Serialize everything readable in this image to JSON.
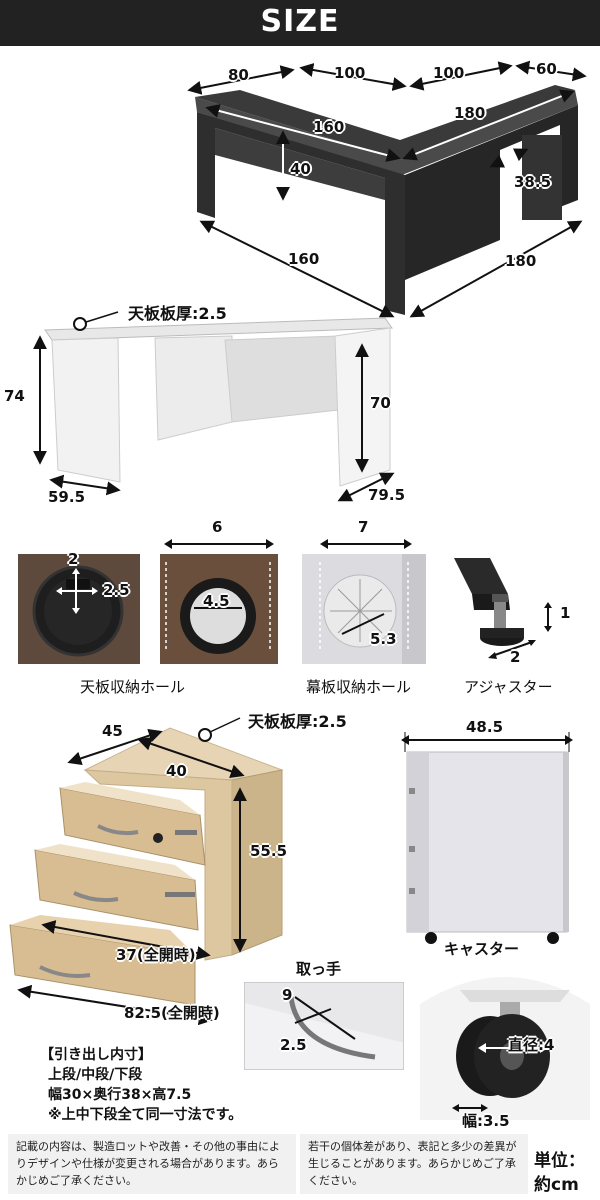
{
  "header": {
    "title": "SIZE"
  },
  "top_desk": {
    "dims": {
      "d80": "80",
      "d100a": "100",
      "d100b": "100",
      "d60": "60",
      "top160": "160",
      "top180": "180",
      "h40": "40",
      "d385": "38.5",
      "bottom160": "160",
      "bottom180": "180"
    }
  },
  "front_view": {
    "board_thickness": "天板板厚:2.5",
    "h74": "74",
    "h70": "70",
    "w595": "59.5",
    "w795": "79.5"
  },
  "parts": {
    "hole1": {
      "d2": "2",
      "d25": "2.5"
    },
    "hole2": {
      "d6": "6",
      "d45": "4.5"
    },
    "hole3": {
      "d7": "7",
      "d53": "5.3"
    },
    "adjuster": {
      "d1": "1",
      "d2": "2"
    },
    "labels": {
      "top_hole": "天板収納ホール",
      "panel_hole": "幕板収納ホール",
      "adjuster": "アジャスター"
    }
  },
  "cabinet": {
    "board_thickness": "天板板厚:2.5",
    "d45": "45",
    "d40": "40",
    "h555": "55.5",
    "open37": "37(全開時)",
    "open825": "82.5(全開時)",
    "w485": "48.5"
  },
  "handle": {
    "title": "取っ手",
    "d9": "9",
    "d25": "2.5"
  },
  "caster": {
    "title": "キャスター",
    "diameter": "直径:4",
    "width": "幅:3.5"
  },
  "drawer_inner": {
    "heading": "【引き出し内寸】",
    "line1": "上段/中段/下段",
    "line2": "幅30×奥行38×高7.5",
    "line3": "※上中下段全て同一寸法です。"
  },
  "notes": {
    "left": "記載の内容は、製造ロットや改善・その他の事由によりデザインや仕様が変更される場合があります。あらかじめご了承ください。",
    "right": "若干の個体差があり、表記と多少の差異が生じることがあります。あらかじめご了承ください。"
  },
  "unit": {
    "line1": "単位：",
    "line2": "約cm"
  }
}
